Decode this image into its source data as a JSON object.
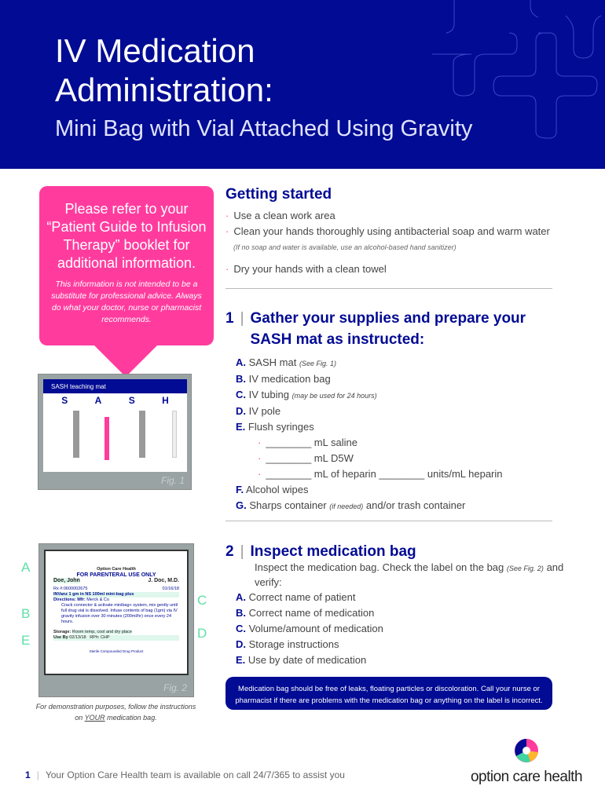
{
  "header": {
    "title_line1": "IV Medication",
    "title_line2": "Administration:",
    "subtitle": "Mini Bag with Vial Attached Using Gravity"
  },
  "sidebar": {
    "callout": "Please refer to your “Patient Guide to Infusion Therapy” booklet for additional information.",
    "disclaimer": "This information is not intended to be a substitute for professional advice. Always do what your doctor, nurse or pharmacist recommends.",
    "fig1_caption": "Fig. 1",
    "fig1_title": "SASH teaching mat",
    "fig1_letters": [
      "S",
      "A",
      "S",
      "H"
    ],
    "fig2_caption": "Fig. 2",
    "fig2_labels": [
      "A",
      "B",
      "E",
      "C",
      "D"
    ],
    "fig2_label": {
      "pharmacy": "Option Care Health",
      "header": "FOR PARENTERAL USE ONLY",
      "patient": "Doe, John",
      "doctor": "J. Doc, M.D.",
      "rx": "Rx #:0600002675",
      "date": "01/16/18",
      "drug": "INVanz 1 gm in NS 100ml mini-bag plus",
      "mfr_label": "Mfr:",
      "mfr": "Merck & Co",
      "directions_label": "Directions:",
      "directions": "Crack connector & activate minibag+ system, mix gently until full drug vial is dissolved. Infuse contents of bag (1gm) via IV gravity infusion over 30 minutes (200ml/hr) once every 24 hours.",
      "storage_label": "Storage:",
      "storage": "Room temp, cool and dry place",
      "useby_label": "Use By",
      "useby": "02/13/18",
      "rph": "RPh: CHP",
      "footer": "Sterile Compounded Drug Product"
    },
    "demo_note_pre": "For demonstration purposes, follow the instructions on ",
    "demo_note_em": "YOUR",
    "demo_note_post": " medication bag."
  },
  "getting_started": {
    "title": "Getting started",
    "items": [
      "Use a clean work area",
      "Clean your hands thoroughly using antibacterial soap and warm water",
      "Dry your hands with a clean towel"
    ],
    "note": "(If no soap and water is available, use an alcohol-based hand sanitizer)"
  },
  "step1": {
    "number": "1",
    "title": "Gather your supplies and prepare your SASH mat as instructed:",
    "items": [
      {
        "letter": "A.",
        "text": "SASH mat",
        "note": "(See Fig. 1)"
      },
      {
        "letter": "B.",
        "text": "IV medication bag"
      },
      {
        "letter": "C.",
        "text": "IV tubing",
        "note": "(may be used for 24 hours)"
      },
      {
        "letter": "D.",
        "text": "IV pole"
      },
      {
        "letter": "E.",
        "text": "Flush syringes"
      }
    ],
    "syringes": [
      "________ mL saline",
      "________ mL D5W",
      "________ mL of heparin ________ units/mL heparin"
    ],
    "items2": [
      {
        "letter": "F.",
        "text": "Alcohol wipes"
      },
      {
        "letter": "G.",
        "text": "Sharps container",
        "note": "(if needed)",
        "text2": "and/or trash container"
      }
    ]
  },
  "step2": {
    "number": "2",
    "title": "Inspect medication bag",
    "intro": "Inspect the medication bag. Check the label on the bag",
    "intro_note": "(See Fig. 2)",
    "intro2": "and verify:",
    "items": [
      {
        "letter": "A.",
        "text": "Correct name of patient"
      },
      {
        "letter": "B.",
        "text": "Correct name of medication"
      },
      {
        "letter": "C.",
        "text": "Volume/amount of medication"
      },
      {
        "letter": "D.",
        "text": "Storage instructions"
      },
      {
        "letter": "E.",
        "text": "Use by date of medication"
      }
    ],
    "callout": "Medication bag should be free of leaks, floating particles or discoloration. Call your nurse or pharmacist if there are problems with the medication bag or anything on the label is incorrect."
  },
  "footer": {
    "page": "1",
    "text": "Your Option Care Health team is available on call 24/7/365 to assist you",
    "logo": "option care health"
  },
  "colors": {
    "brand_blue": "#020B93",
    "pink": "#FF3C9E",
    "label_green": "#5ee0a8"
  }
}
